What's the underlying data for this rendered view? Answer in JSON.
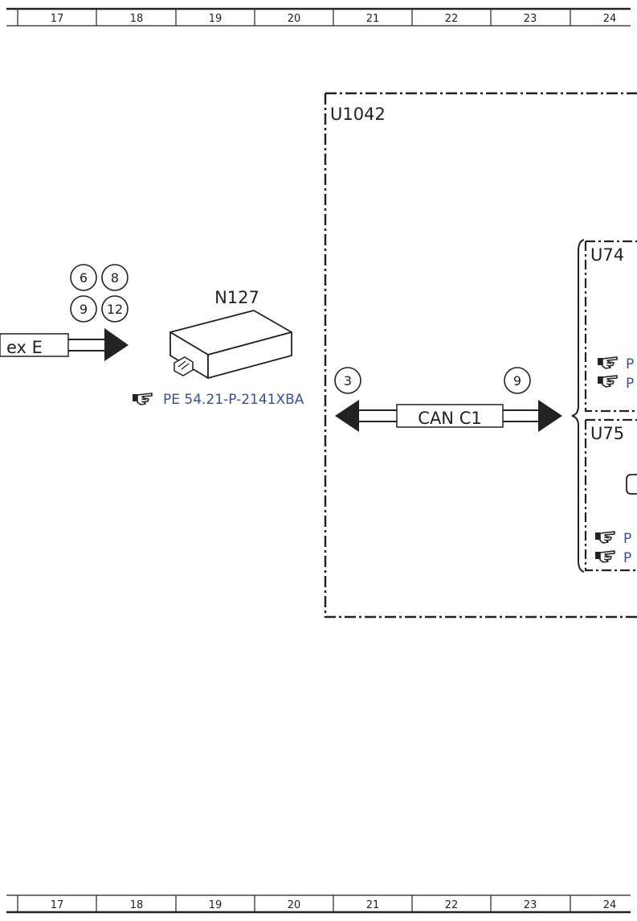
{
  "ruler": {
    "columns": [
      "17",
      "18",
      "19",
      "20",
      "21",
      "22",
      "23",
      "24"
    ]
  },
  "diagram": {
    "connector_label": "ex E",
    "connector_pins": [
      "6",
      "8",
      "9",
      "12"
    ],
    "module": {
      "name": "N127",
      "reference": "PE 54.21-P-2141XBA"
    },
    "group": {
      "name": "U1042",
      "bus_label": "CAN C1",
      "left_pin": "3",
      "right_pin": "9"
    },
    "subgroups": [
      {
        "name": "U74"
      },
      {
        "name": "U75"
      }
    ],
    "ref_stubs": [
      "P",
      "P",
      "P",
      "P"
    ],
    "colors": {
      "line": "#222222",
      "link": "#3a4f9a"
    },
    "icons": [
      "hand-pointer-icon",
      "arrow-right-icon",
      "bidirectional-arrow-icon",
      "brace-icon"
    ]
  }
}
